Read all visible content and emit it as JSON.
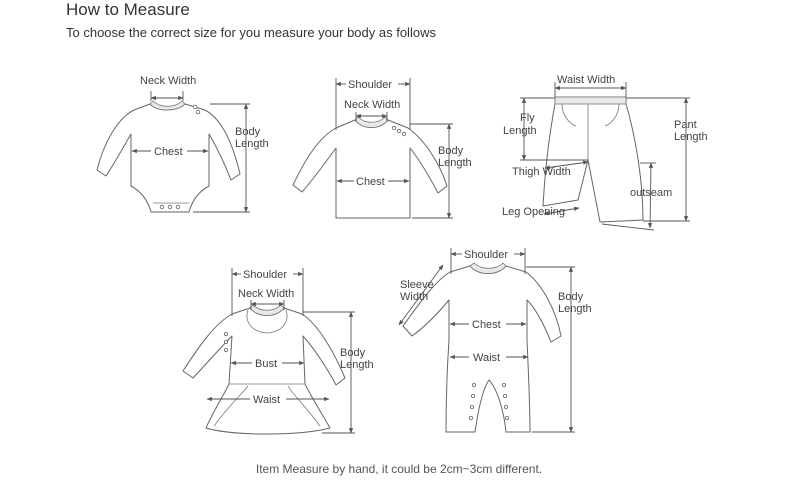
{
  "header": {
    "title": "How to Measure",
    "subtitle": "To choose the correct size for you measure your body as follows"
  },
  "footer": {
    "note": "Item Measure by hand, it could be 2cm~3cm different."
  },
  "labels": {
    "neck_width": "Neck Width",
    "shoulder": "Shoulder",
    "chest": "Chest",
    "body": "Body",
    "length": "Length",
    "waist_width": "Waist Width",
    "fly": "Fly",
    "pant": "Pant",
    "thigh_width": "Thigh Width",
    "outseam": "outseam",
    "leg_opening": "Leg Opening",
    "bust": "Bust",
    "waist": "Waist",
    "sleeve": "Sleeve",
    "width": "Width"
  }
}
